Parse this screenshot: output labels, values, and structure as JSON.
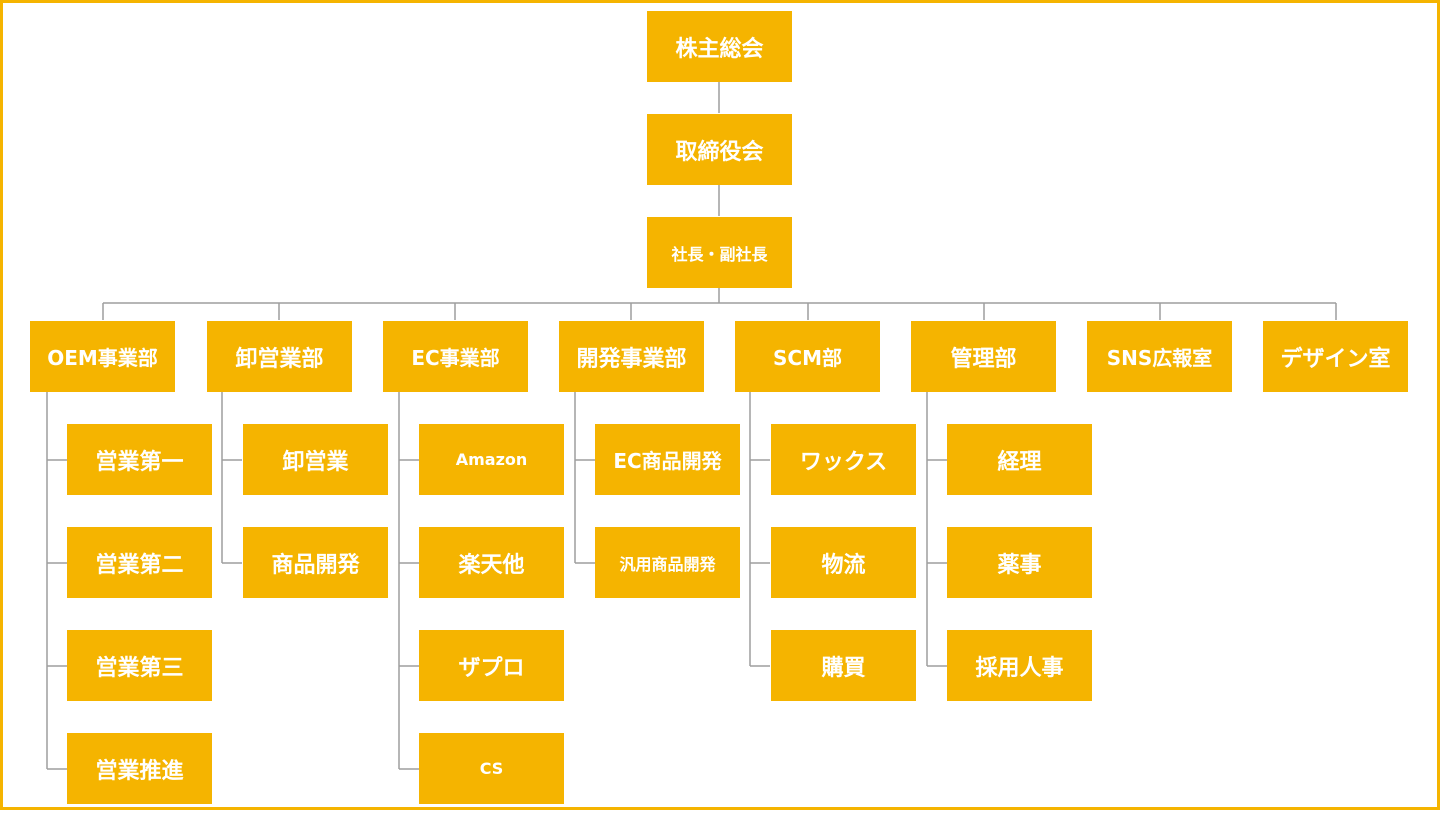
{
  "colors": {
    "box": "#F5B400",
    "text": "#FFFFFF",
    "line": "#9E9E9E",
    "frame": "#F5B400"
  },
  "top": {
    "shareholders": "株主総会",
    "board": "取締役会",
    "president": "社長・副社長"
  },
  "departments": [
    {
      "name": "OEM事業部",
      "children": [
        "営業第一",
        "営業第二",
        "営業第三",
        "営業推進"
      ]
    },
    {
      "name": "卸営業部",
      "children": [
        "卸営業",
        "商品開発"
      ]
    },
    {
      "name": "EC事業部",
      "children": [
        "Amazon",
        "楽天他",
        "ザプロ",
        "CS"
      ]
    },
    {
      "name": "開発事業部",
      "children": [
        "EC商品開発",
        "汎用商品開発"
      ]
    },
    {
      "name": "SCM部",
      "children": [
        "ワックス",
        "物流",
        "購買"
      ]
    },
    {
      "name": "管理部",
      "children": [
        "経理",
        "薬事",
        "採用人事"
      ]
    },
    {
      "name": "SNS広報室",
      "children": []
    },
    {
      "name": "デザイン室",
      "children": []
    }
  ]
}
